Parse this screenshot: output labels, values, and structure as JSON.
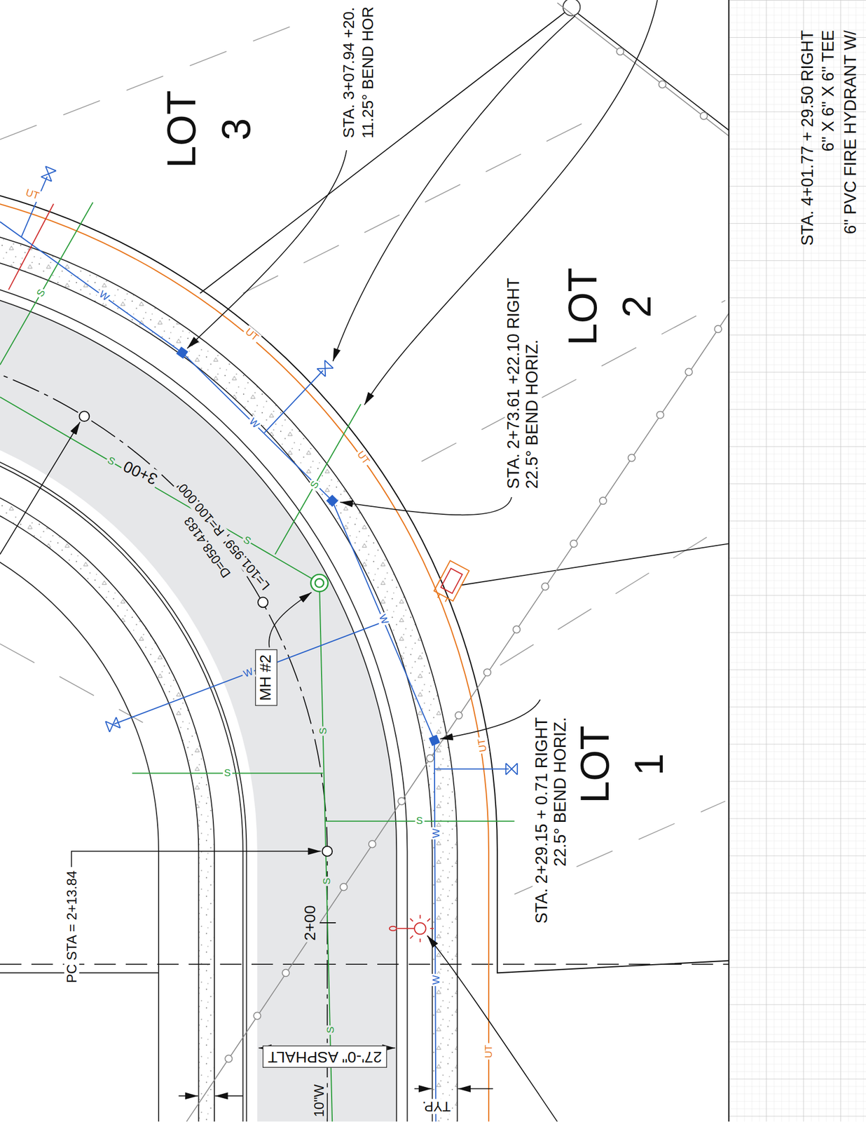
{
  "diagram": {
    "labels": [
      "STA. 3+07.94 +20.",
      "11.25° BEND HOR",
      "LOT 3",
      "STA. 2+73.61 +22.10 RIGHT",
      "22.5° BEND HORIZ.",
      "LOT 2",
      "STA. 2+29.15 + 0.71 RIGHT",
      "22.5° BEND HORIZ.",
      "LOT 1",
      "STA. 4+01.77 + 29.50 RIGHT",
      "6\" X 6\" X 6\" TEE",
      "6\" PVC FIRE HYDRANT W/",
      "MH #2",
      "PC STA = 2+13.84",
      "2+00",
      "3+00",
      "L=101.959', R=100.000'",
      "D=058.4183",
      "27'-0\" ASPHALT",
      "10\"W",
      "TYP.",
      "W",
      "W",
      "W",
      "W",
      "W",
      "W",
      "S",
      "S",
      "S",
      "S",
      "S",
      "S",
      "S",
      "S",
      "S",
      "UT",
      "UT",
      "UT",
      "UT",
      "UT"
    ]
  }
}
